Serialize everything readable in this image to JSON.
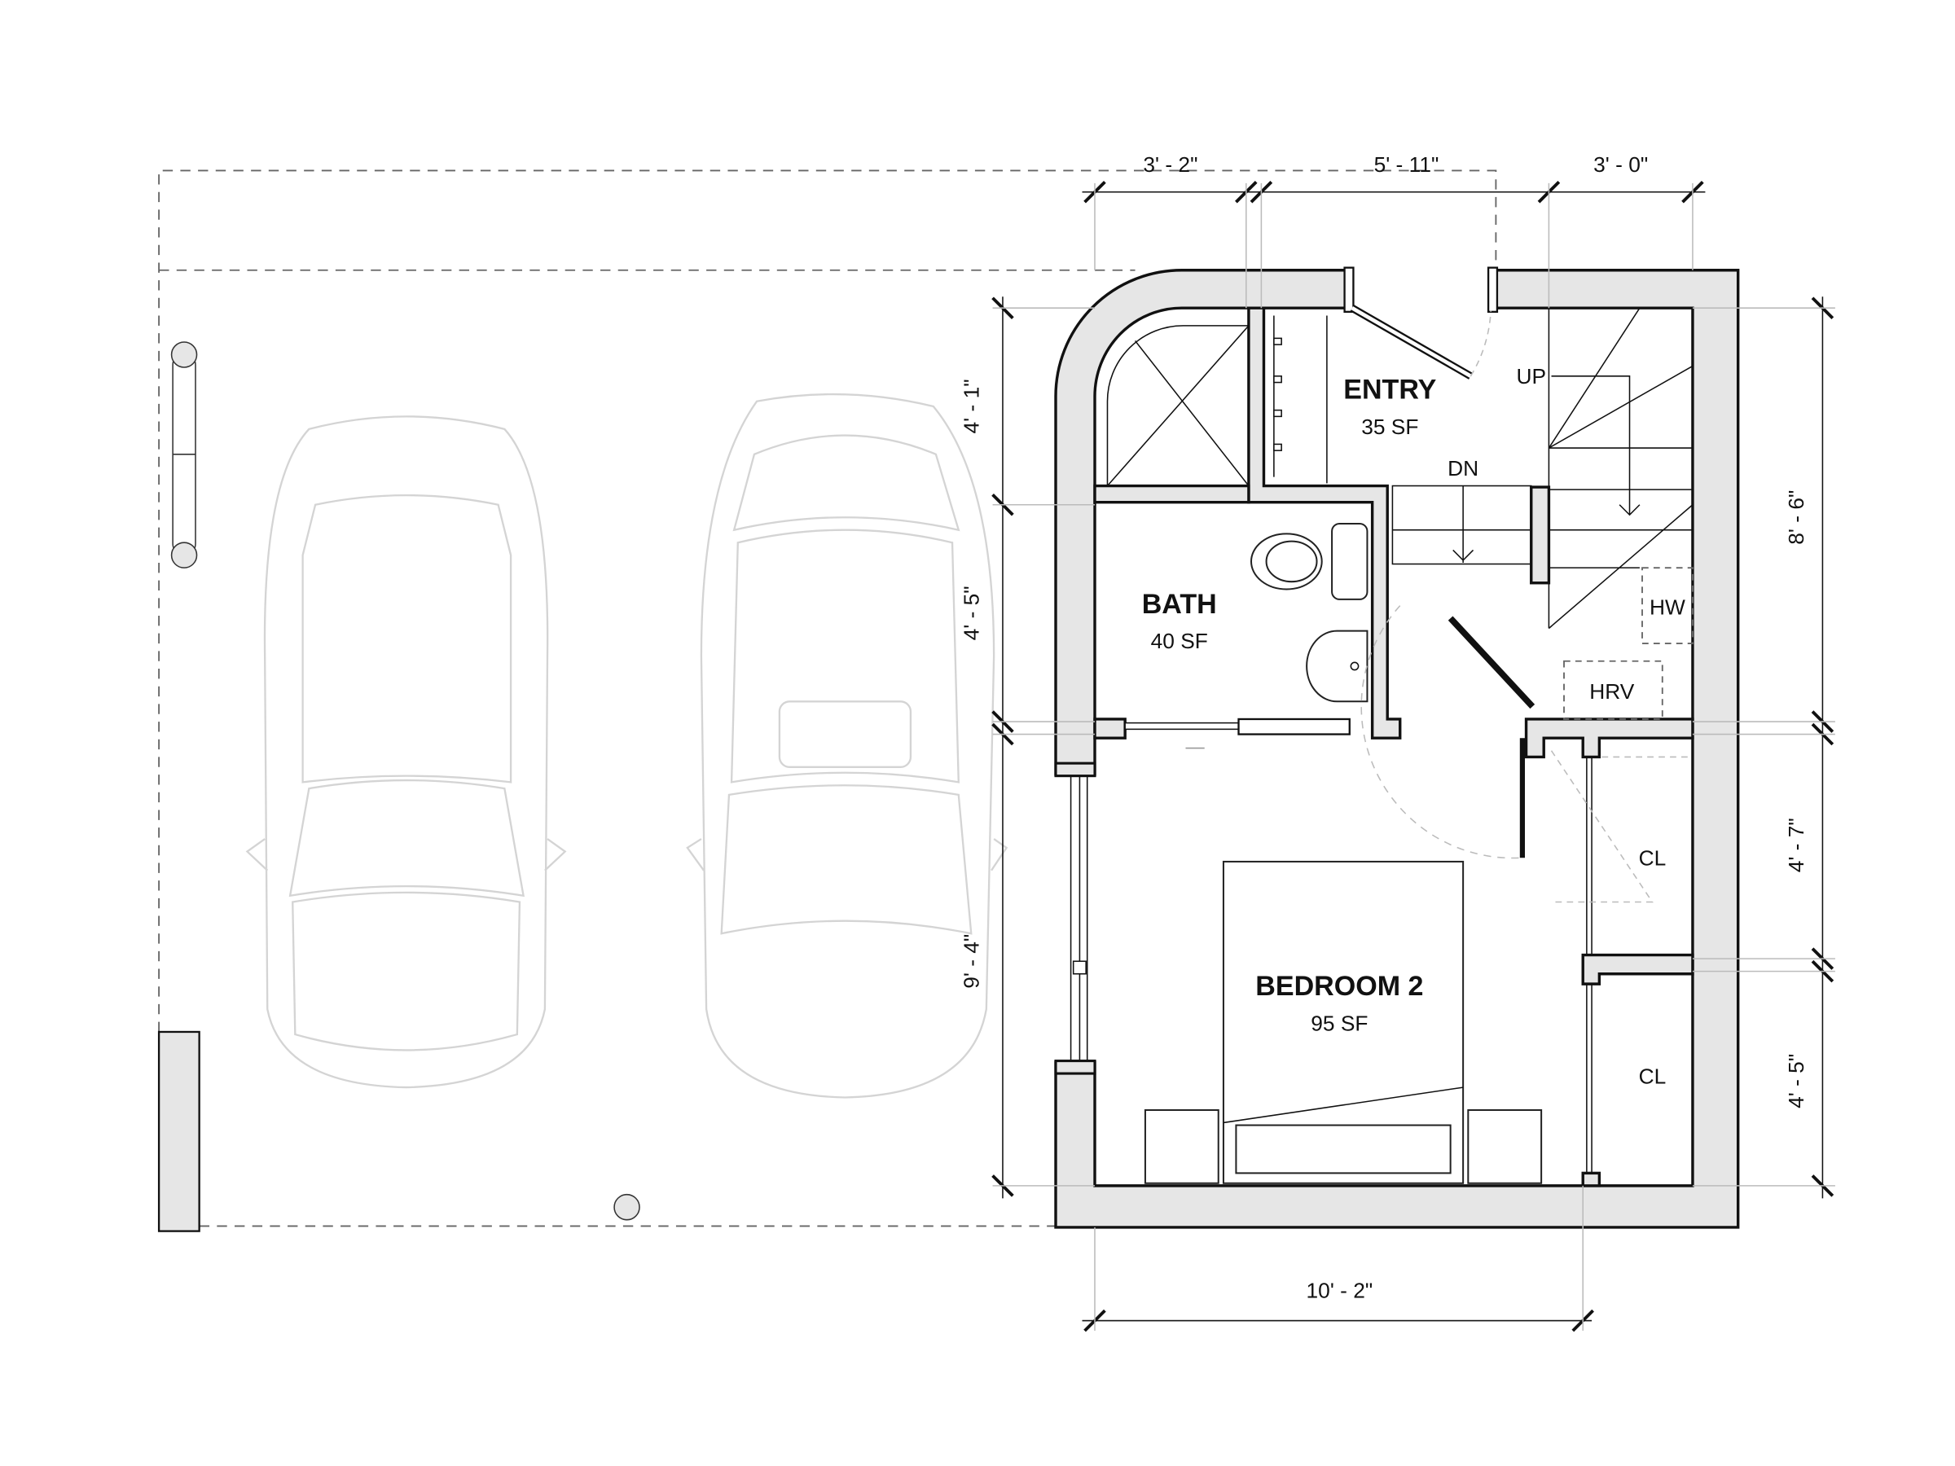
{
  "rooms": {
    "entry": {
      "name": "ENTRY",
      "area": "35 SF"
    },
    "bath": {
      "name": "BATH",
      "area": "40 SF"
    },
    "bedroom2": {
      "name": "BEDROOM 2",
      "area": "95 SF"
    }
  },
  "labels": {
    "up": "UP",
    "dn": "DN",
    "hw": "HW",
    "hrv": "HRV",
    "closet1": "CL",
    "closet2": "CL"
  },
  "dimensions": {
    "top": [
      "3' - 2\"",
      "5' - 11\"",
      "3' - 0\""
    ],
    "left": [
      "4' - 1\"",
      "4' - 5\"",
      "9' - 4\""
    ],
    "right": [
      "8' - 6\"",
      "4' - 7\"",
      "4' - 5\""
    ],
    "bottom": "10' - 2\""
  }
}
